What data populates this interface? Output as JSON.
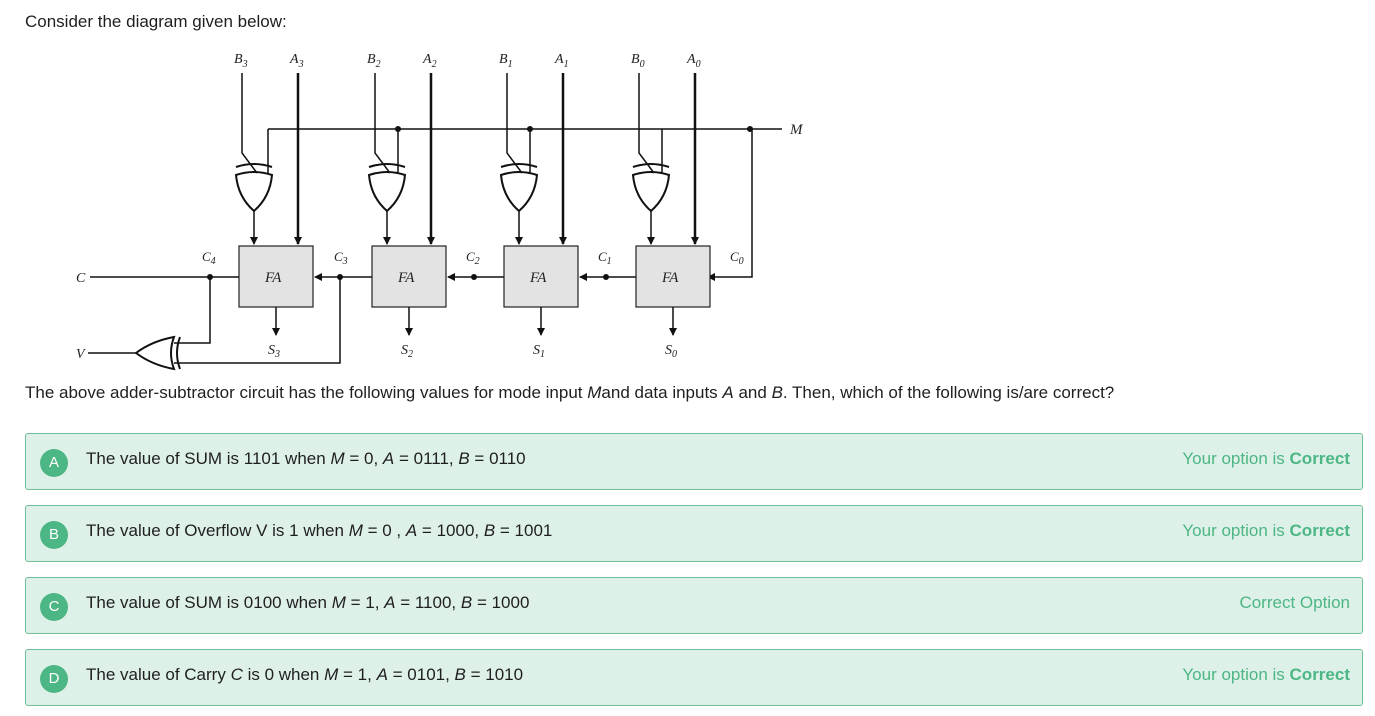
{
  "intro": "Consider the diagram given below:",
  "diagram": {
    "inputs": [
      {
        "b": "B",
        "b_sub": "3",
        "a": "A",
        "a_sub": "3"
      },
      {
        "b": "B",
        "b_sub": "2",
        "a": "A",
        "a_sub": "2"
      },
      {
        "b": "B",
        "b_sub": "1",
        "a": "A",
        "a_sub": "1"
      },
      {
        "b": "B",
        "b_sub": "0",
        "a": "A",
        "a_sub": "0"
      }
    ],
    "fa_label": "FA",
    "sums": [
      {
        "s": "S",
        "sub": "3"
      },
      {
        "s": "S",
        "sub": "2"
      },
      {
        "s": "S",
        "sub": "1"
      },
      {
        "s": "S",
        "sub": "0"
      }
    ],
    "carries": [
      {
        "c": "C",
        "sub": "4"
      },
      {
        "c": "C",
        "sub": "3"
      },
      {
        "c": "C",
        "sub": "2"
      },
      {
        "c": "C",
        "sub": "1"
      },
      {
        "c": "C",
        "sub": "0"
      }
    ],
    "m_label": "M",
    "c_label": "C",
    "v_label": "V"
  },
  "question": {
    "p1": "The above adder-subtractor circuit has the following values for mode input ",
    "m": "M",
    "p2": "and data inputs ",
    "a": "A",
    "p3": " and ",
    "b": "B",
    "p4": ". Then, which of the following is/are correct?"
  },
  "options": [
    {
      "letter": "A",
      "pre": "The value of SUM is 1101 when ",
      "m_var": "M",
      "m_val": " = 0, ",
      "a_var": "A",
      "a_val": " = 0111, ",
      "b_var": "B",
      "b_val": " = 0110",
      "status_pre": "Your option is ",
      "status_bold": "Correct",
      "status_plain": ""
    },
    {
      "letter": "B",
      "pre": "The value of Overflow V is 1 when ",
      "m_var": "M",
      "m_val": " = 0 , ",
      "a_var": "A",
      "a_val": " = 1000, ",
      "b_var": "B",
      "b_val": " = 1001",
      "status_pre": "Your option is ",
      "status_bold": "Correct",
      "status_plain": ""
    },
    {
      "letter": "C",
      "pre": "The value of SUM is 0100 when ",
      "m_var": "M",
      "m_val": " = 1, ",
      "a_var": "A",
      "a_val": " = 1100, ",
      "b_var": "B",
      "b_val": " = 1000",
      "status_pre": "",
      "status_bold": "",
      "status_plain": "Correct Option"
    },
    {
      "letter": "D",
      "pre": "The value of Carry ",
      "pre_var": "C",
      "pre_after": " is 0 when ",
      "m_var": "M",
      "m_val": " = 1, ",
      "a_var": "A",
      "a_val": " = 0101, ",
      "b_var": "B",
      "b_val": " = 1010",
      "status_pre": "Your option is ",
      "status_bold": "Correct",
      "status_plain": ""
    }
  ],
  "colors": {
    "accent": "#4cb684",
    "option_bg": "#def1e8",
    "option_border": "#6fbf98"
  }
}
